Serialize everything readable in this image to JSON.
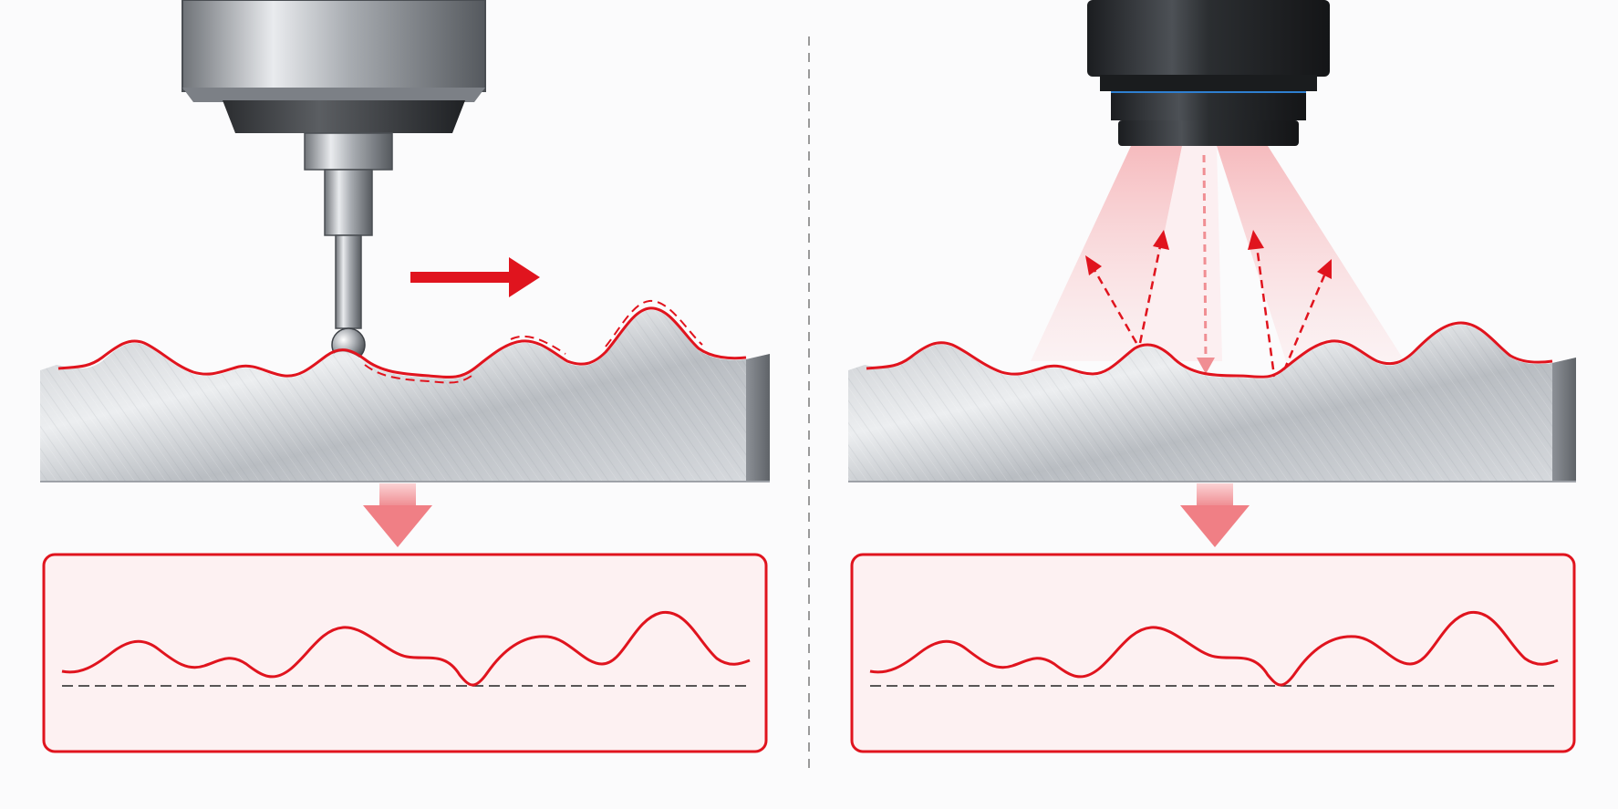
{
  "panels": [
    {
      "id": "left",
      "method": "contact-stylus",
      "motion": "scan-arrow-right"
    },
    {
      "id": "right",
      "method": "optical-non-contact",
      "motion": "light-cone"
    }
  ],
  "colors": {
    "accent": "#e0141e",
    "accent_light": "#f7c6c8",
    "panel_fill": "#fdf1f2",
    "metal_light": "#e4e6e9",
    "metal_dark": "#9ea2a8",
    "divider": "#9a9a9a"
  },
  "icons": [
    "stylus-probe-icon",
    "optical-sensor-icon",
    "scan-direction-arrow-icon",
    "down-arrow-icon"
  ]
}
